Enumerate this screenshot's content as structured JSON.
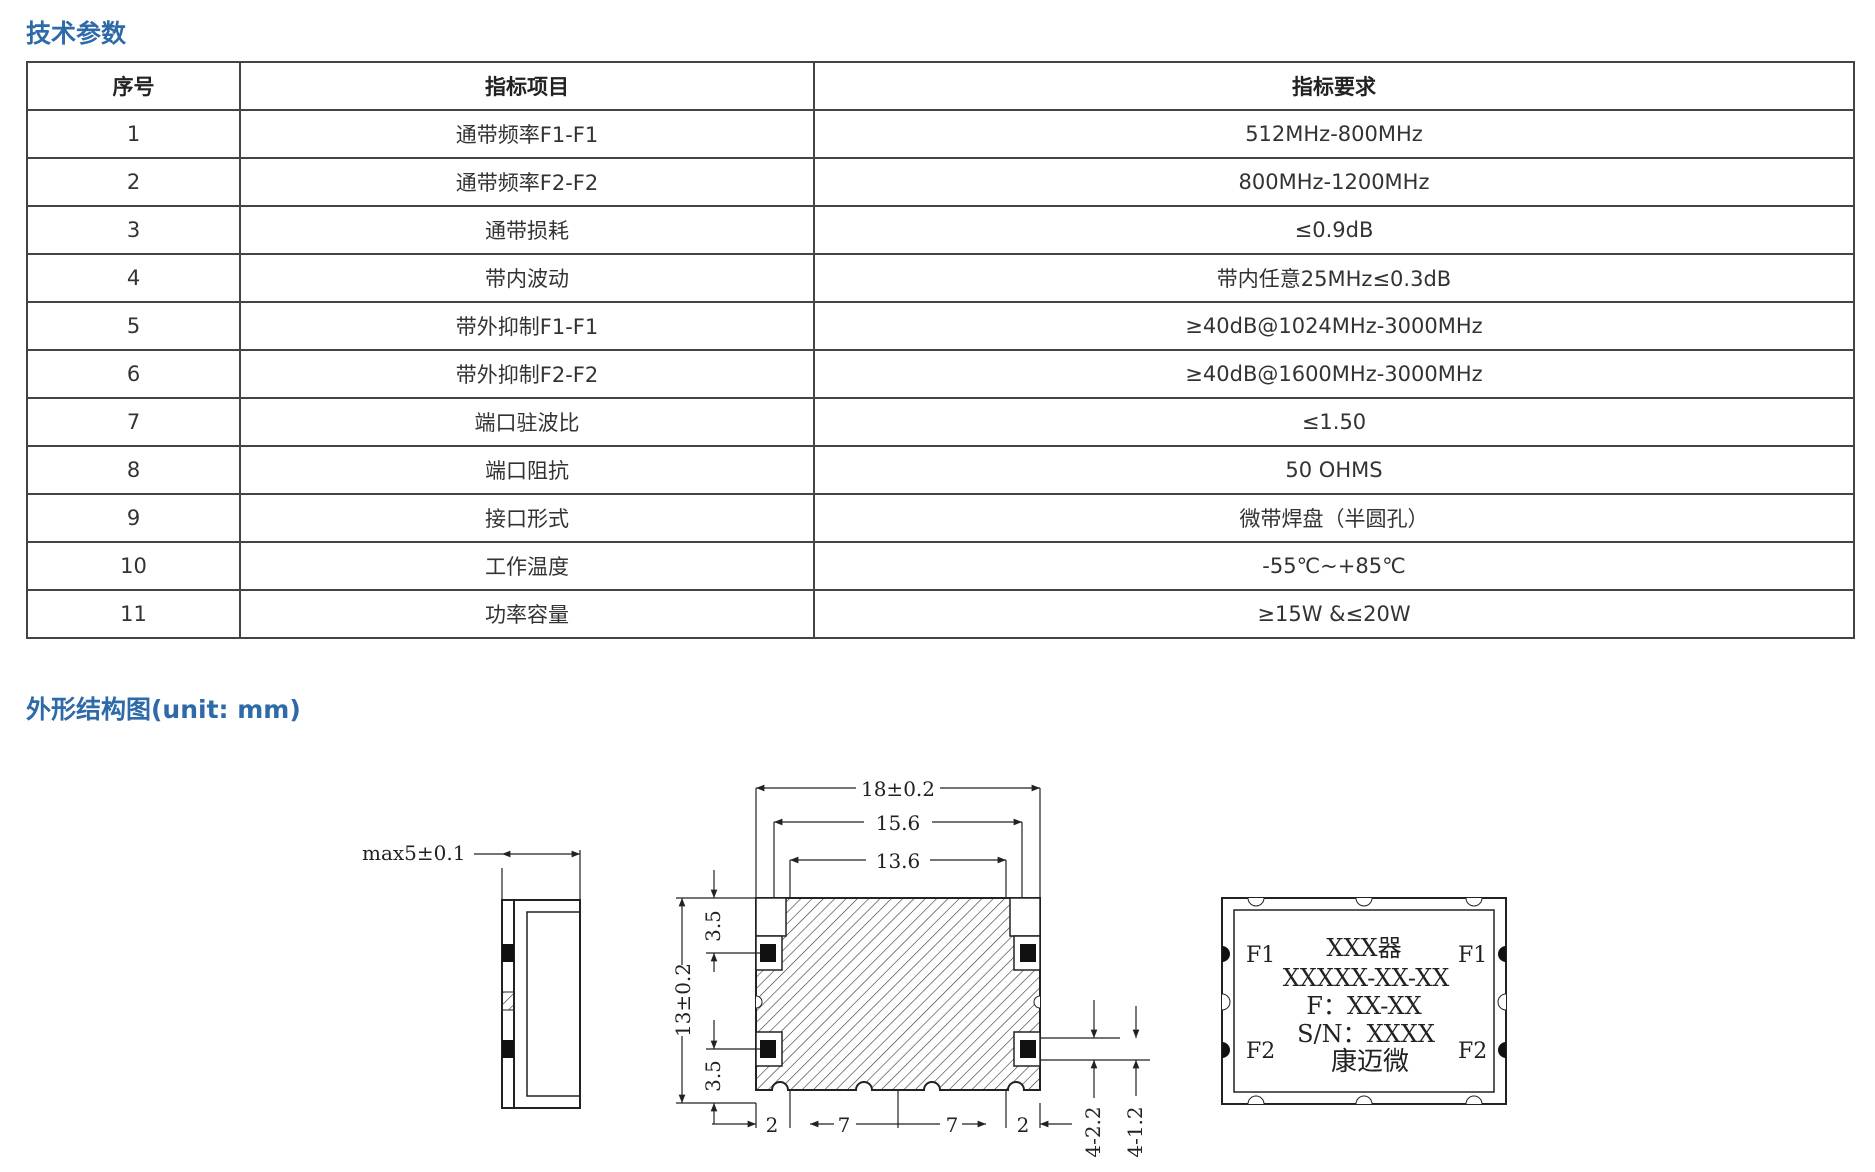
{
  "sections": {
    "tech_params": "技术参数",
    "outline": "外形结构图(unit: mm)"
  },
  "table": {
    "headers": [
      "序号",
      "指标项目",
      "指标要求"
    ],
    "rows": [
      {
        "no": "1",
        "item": "通带频率F1-F1",
        "req": "512MHz-800MHz"
      },
      {
        "no": "2",
        "item": "通带频率F2-F2",
        "req": "800MHz-1200MHz"
      },
      {
        "no": "3",
        "item": "通带损耗",
        "req": "≤0.9dB"
      },
      {
        "no": "4",
        "item": "带内波动",
        "req": "带内任意25MHz≤0.3dB"
      },
      {
        "no": "5",
        "item": "带外抑制F1-F1",
        "req": "≥40dB@1024MHz-3000MHz"
      },
      {
        "no": "6",
        "item": "带外抑制F2-F2",
        "req": "≥40dB@1600MHz-3000MHz"
      },
      {
        "no": "7",
        "item": "端口驻波比",
        "req": "≤1.50"
      },
      {
        "no": "8",
        "item": "端口阻抗",
        "req": "50 OHMS"
      },
      {
        "no": "9",
        "item": "接口形式",
        "req": "微带焊盘（半圆孔）"
      },
      {
        "no": "10",
        "item": "工作温度",
        "req": "-55℃~+85℃"
      },
      {
        "no": "11",
        "item": "功率容量",
        "req": "≥15W &≤20W"
      }
    ]
  },
  "drawing": {
    "side_height": "max5±0.1",
    "top_width_outer": "18±0.2",
    "top_width_mid": "15.6",
    "top_width_inner": "13.6",
    "top_height": "13±0.2",
    "pad_offset_top": "3.5",
    "pad_offset_bottom": "3.5",
    "bottom_dims": [
      "2",
      "7",
      "7",
      "2"
    ],
    "pad_width": "4-2.2",
    "pad_height": "4-1.2",
    "label": {
      "line1": "XXX器",
      "line2": "XXXXX-XX-XX",
      "line3": "F：XX-XX",
      "line4": "S/N：XXXX",
      "line5": "康迈微",
      "port_tl": "F1",
      "port_tr": "F1",
      "port_bl": "F2",
      "port_br": "F2"
    }
  }
}
